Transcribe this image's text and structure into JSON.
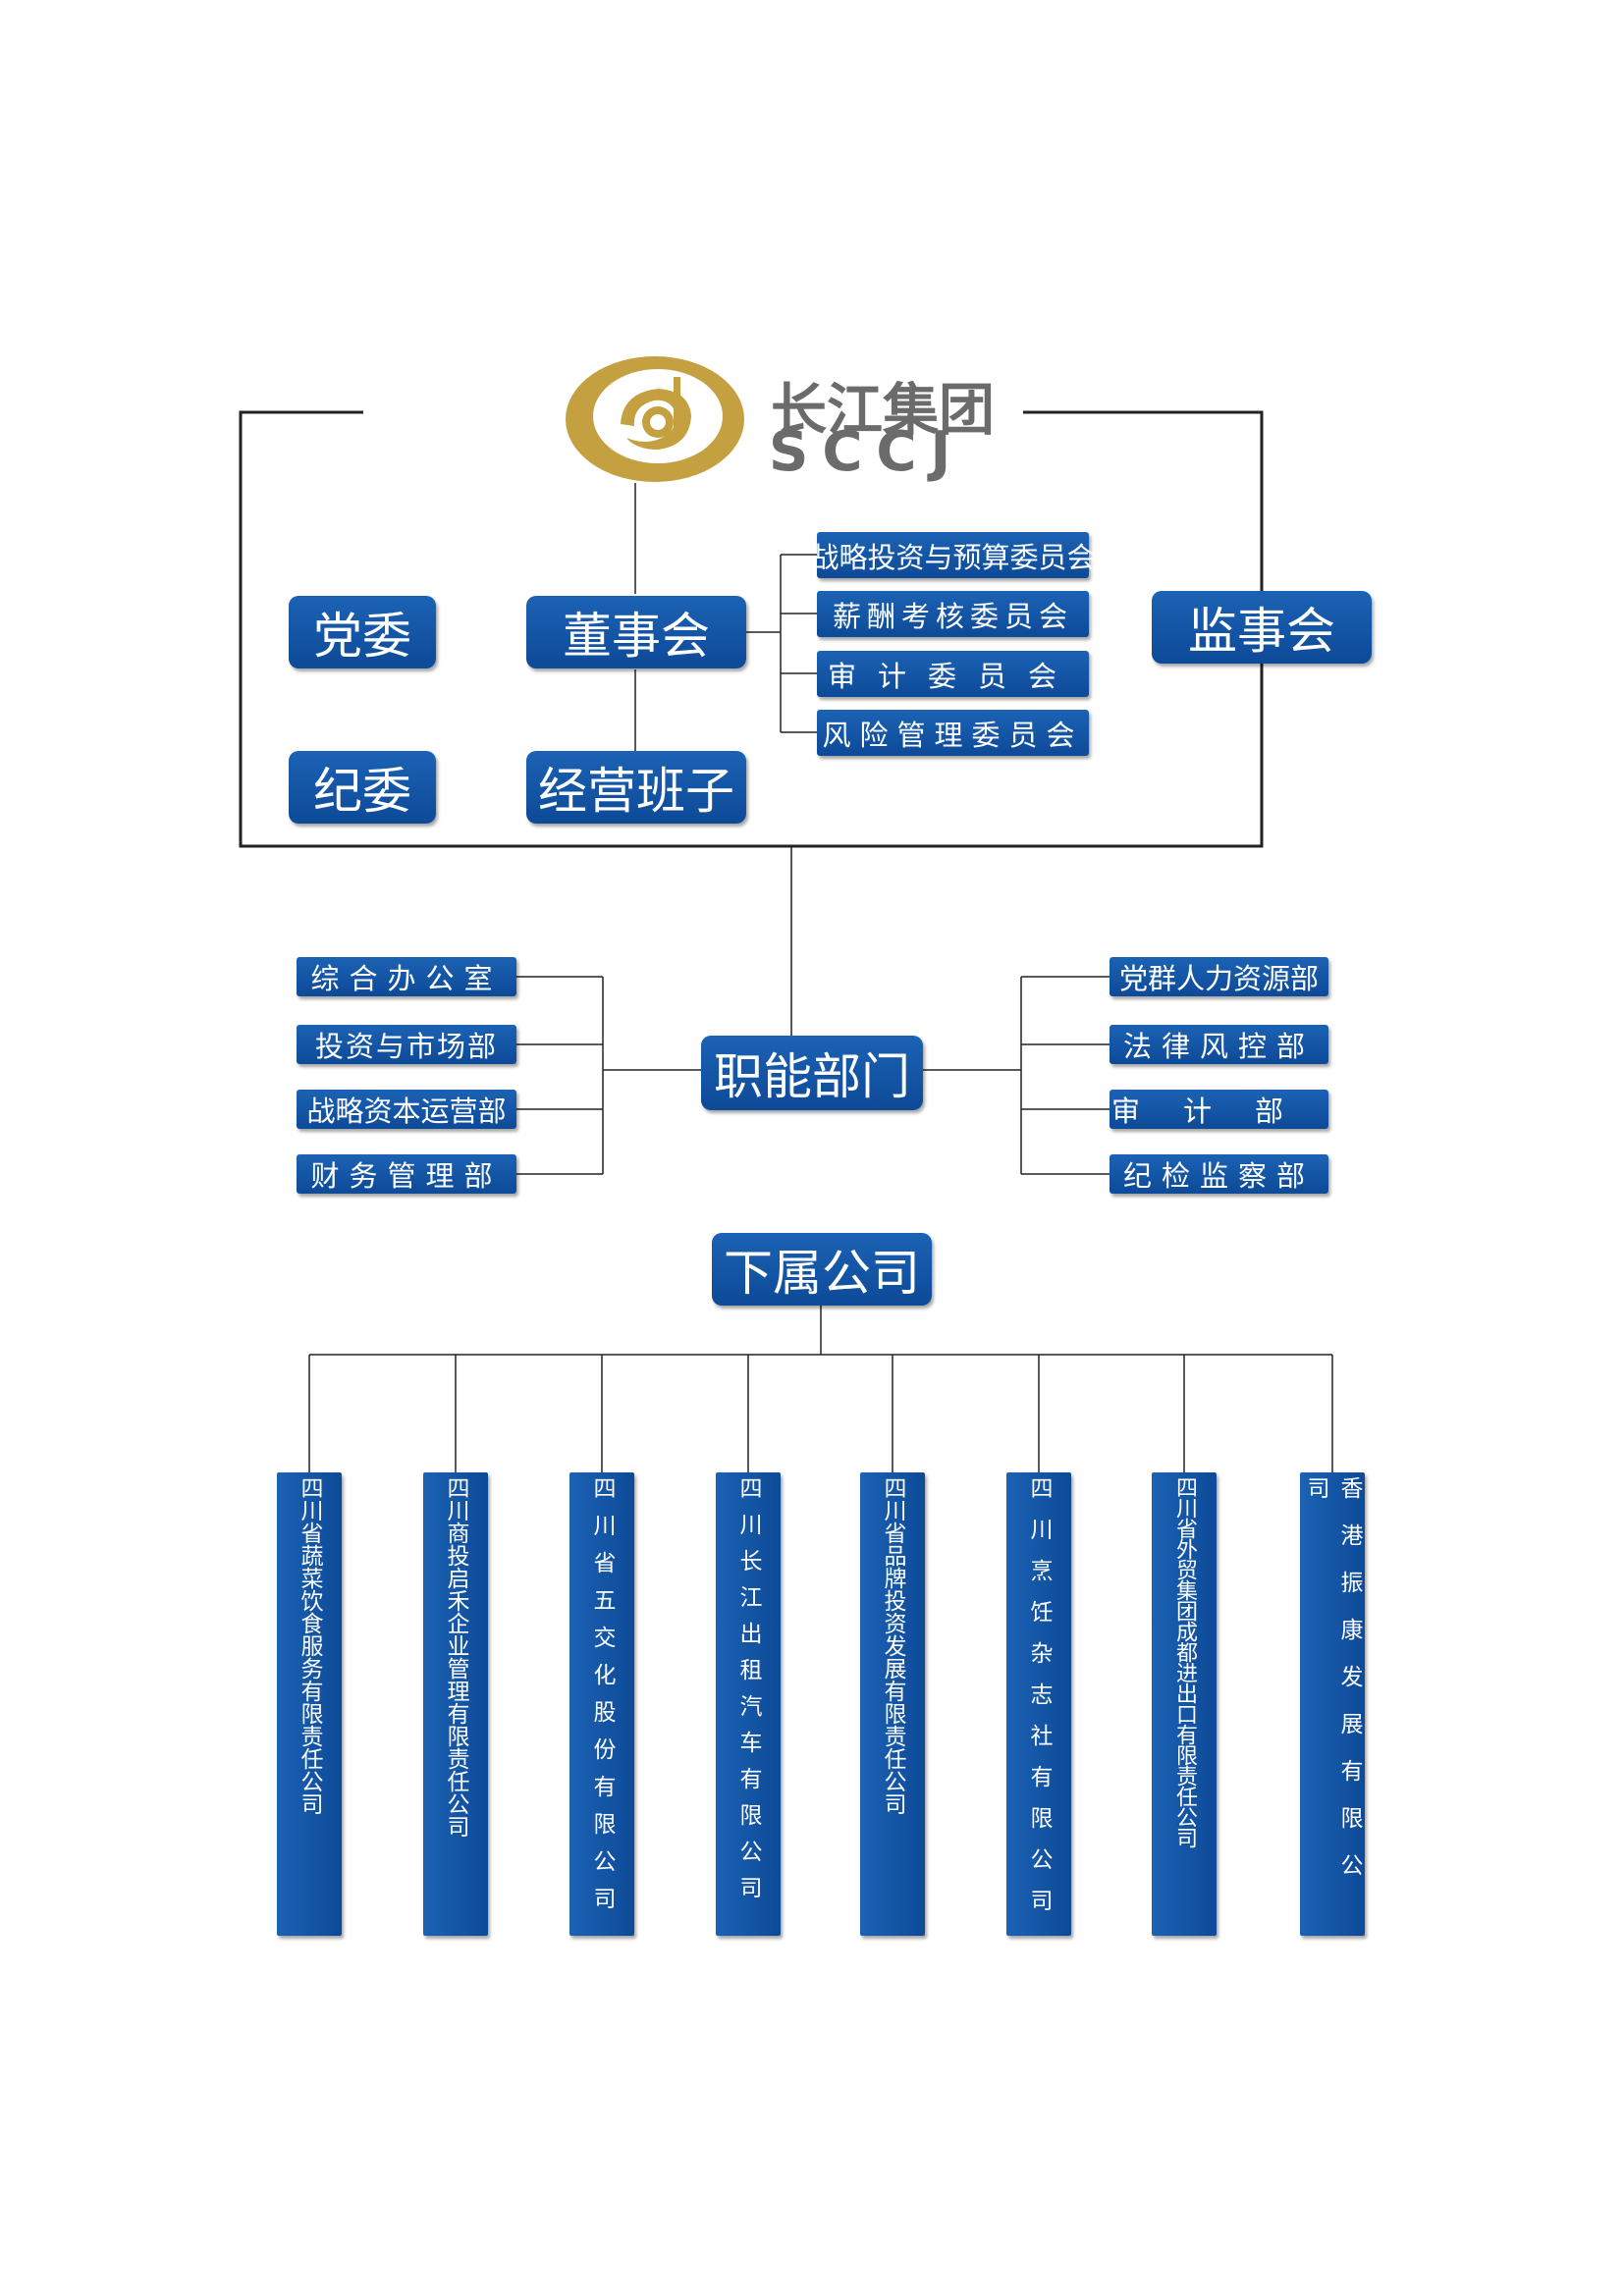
{
  "brand": {
    "cn": "长江集团",
    "en": "SCCJ",
    "logo_icon": "sccj-logo-icon",
    "colors": {
      "gold": "#c4a040",
      "gray": "#6b6b6b"
    }
  },
  "colors": {
    "box_blue": "#1458a8",
    "line": "#222222"
  },
  "top": {
    "dangwei": "党委",
    "jiwei": "纪委",
    "dongshihui": "董事会",
    "jingying": "经营班子",
    "jianshihui": "监事会",
    "committees": [
      "战略投资与预算委员会",
      "薪酬考核委员会",
      "审计委员会",
      "风险管理委员会"
    ]
  },
  "functional": {
    "center": "职能部门",
    "left": [
      "综合办公室",
      "投资与市场部",
      "战略资本运营部",
      "财务管理部"
    ],
    "right": [
      "党群人力资源部",
      "法律风控部",
      "审计部",
      "纪检监察部"
    ]
  },
  "subsidiaries": {
    "title": "下属公司",
    "items": [
      "四川省蔬菜饮食服务有限责任公司",
      "四川商投启禾企业管理有限责任公司",
      "四川省五交化股份有限公司",
      "四川长江出租汽车有限公司",
      "四川省品牌投资发展有限责任公司",
      "四川烹饪杂志社有限公司",
      "四川省外贸集团成都进出口有限责任公司",
      "香港振康发展有限公司"
    ]
  }
}
